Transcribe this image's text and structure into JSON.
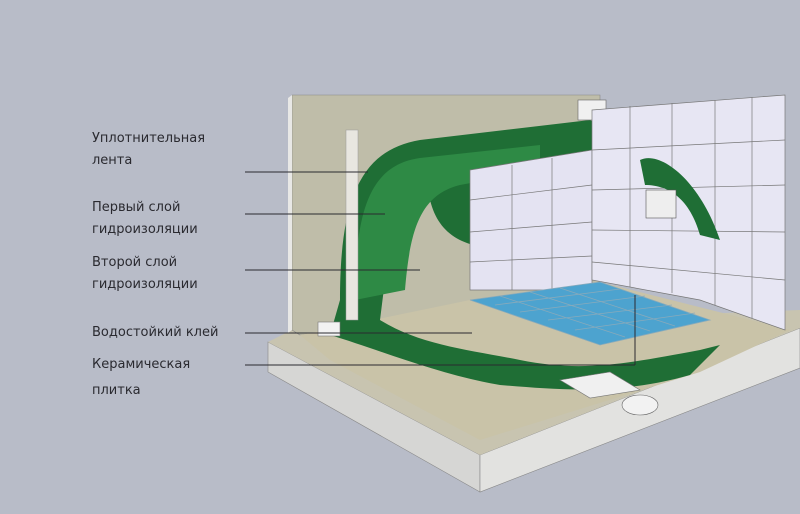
{
  "labels": [
    {
      "line1": "Уплотнительная",
      "line2": "лента"
    },
    {
      "line1": "Первый слой",
      "line2": "гидроизоляции"
    },
    {
      "line1": "Второй слой",
      "line2": "гидроизоляции"
    },
    {
      "line1": "Водостойкий клей",
      "line2": ""
    },
    {
      "line1": "Керамическая",
      "line2": "плитка"
    }
  ],
  "colors": {
    "background": "#b8bcc8",
    "waterproofing": "#1e6b33",
    "wall": "#bdbba8",
    "floor_tile": "#4da3cf",
    "wall_tile": "#e4e3f2"
  }
}
